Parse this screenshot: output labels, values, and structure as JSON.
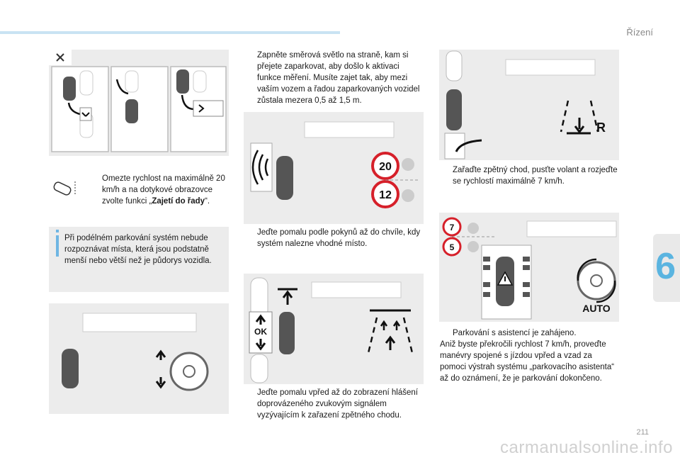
{
  "header": {
    "section": "Řízení",
    "chapter": "6",
    "page": "211"
  },
  "watermark": "carmanualsonline.info",
  "col1": {
    "step": {
      "bullet": "",
      "pre": "Omezte rychlost na maximálně 20 km/h a na dotykové obrazovce zvolte funkci „",
      "bold": "Zajetí do řady",
      "post": "“."
    },
    "info": "Při podélném parkování systém nebude rozpoznávat místa, která jsou podstatně menší nebo větší než je půdorys vozidla."
  },
  "col2": {
    "step1": {
      "bullet": "",
      "text": "Zapněte směrová světlo na straně, kam si přejete zaparkovat, aby došlo k aktivaci funkce měření. Musíte zajet tak, aby mezi vaším vozem a řadou zaparkovaných vozidel zůstala mezera 0,5 až 1,5 m."
    },
    "step2": {
      "bullet": "",
      "text": "Jeďte pomalu podle pokynů až do chvíle, kdy systém nalezne vhodné místo."
    },
    "step3": {
      "bullet": "",
      "text": "Jeďte pomalu vpřed až do zobrazení hlášení doprovázeného zvukovým signálem vyzývajícím k zařazení zpětného chodu."
    },
    "speed_high": "20",
    "speed_low": "12",
    "ok_label": "OK"
  },
  "col3": {
    "step1": {
      "bullet": "",
      "text": "Zařaďte zpětný chod, pusťte volant a rozjeďte se rychlostí maximálně 7 km/h."
    },
    "step2": {
      "bullet": "",
      "text": "Parkování s asistencí je zahájeno."
    },
    "step2_cont": "Aniž byste překročili rychlost 7 km/h, proveďte manévry spojené s jízdou vpřed a vzad za pomoci výstrah systému „parkovacího asistenta“ až do oznámení, že je parkování dokončeno.",
    "reverse_label": "R",
    "speed_high": "7",
    "speed_low": "5",
    "auto_label": "AUTO"
  },
  "colors": {
    "accent": "#5ab4e0",
    "panel": "#ececec",
    "sign_red": "#d6202a"
  }
}
